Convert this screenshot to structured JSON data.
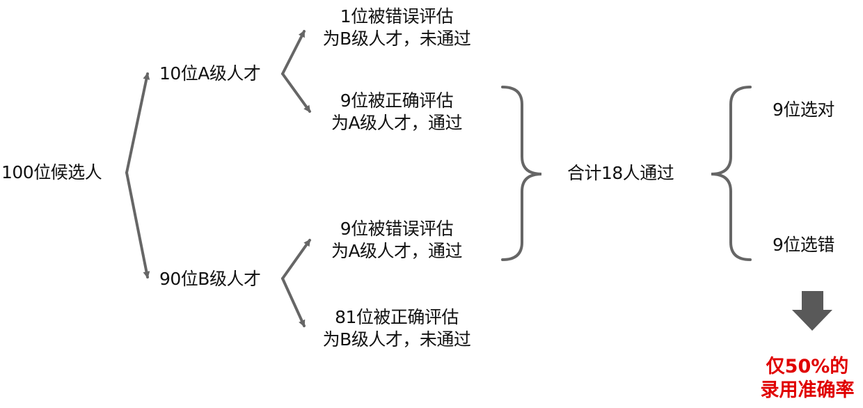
{
  "colors": {
    "connector": "#666666",
    "text": "#111111",
    "highlight": "#e00000",
    "result_arrow": "#595959"
  },
  "root": {
    "label": "100位候选人"
  },
  "branches": {
    "a": {
      "label": "10位A级人才"
    },
    "b": {
      "label": "90位B级人才"
    }
  },
  "outcomes": {
    "a_wrong": {
      "line1": "1位被错误评估",
      "line2": "为B级人才，未通过"
    },
    "a_right": {
      "line1": "9位被正确评估",
      "line2": "为A级人才，通过"
    },
    "b_wrong": {
      "line1": "9位被错误评估",
      "line2": "为A级人才，通过"
    },
    "b_right": {
      "line1": "81位被正确评估",
      "line2": "为B级人才，未通过"
    }
  },
  "total": {
    "label": "合计18人通过"
  },
  "split": {
    "correct": "9位选对",
    "wrong": "9位选错"
  },
  "result": {
    "line1": "仅50%的",
    "line2": "录用准确率",
    "arrow_icon": "down-arrow-icon"
  }
}
